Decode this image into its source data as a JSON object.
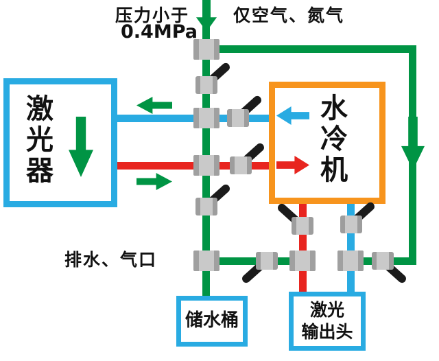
{
  "title_area": {
    "pressure_line1": "压力小于",
    "pressure_line2": "0.4MPa",
    "gas_label": "仅空气、氮气"
  },
  "labels": {
    "drain_port": "排水、气口"
  },
  "components": {
    "laser": "激光器",
    "chiller": "水冷机",
    "tank": "储水桶",
    "output_head_line1": "激光",
    "output_head_line2": "输出头"
  },
  "colors": {
    "pipe_green": "#009444",
    "pipe_blue": "#29abe2",
    "pipe_red": "#e8251f",
    "laser_box_border": "#29abe2",
    "chiller_box_border": "#f7941d",
    "fitting_gray": "#b3b3b3",
    "valve_handle_black": "#1b1b1b",
    "text_black": "#111111"
  }
}
